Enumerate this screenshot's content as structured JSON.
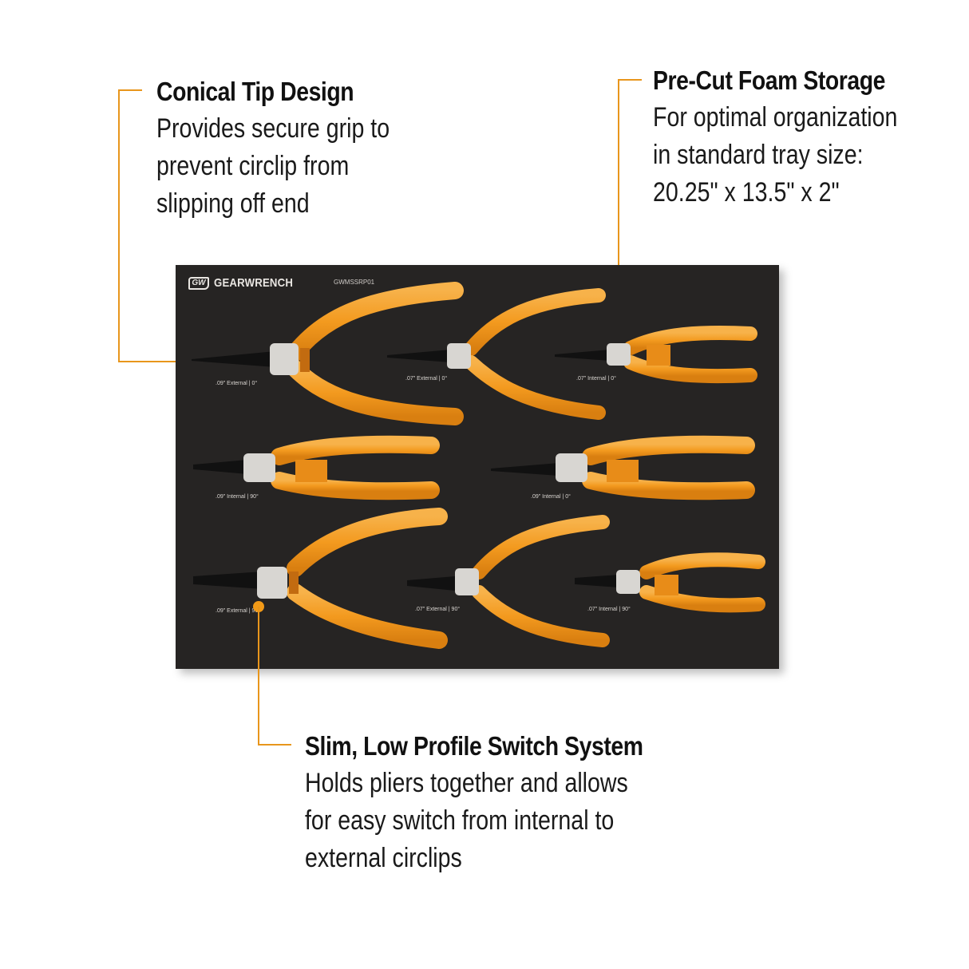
{
  "callouts": [
    {
      "id": "conical-tip",
      "title": "Conical Tip Design",
      "body": [
        "Provides secure grip to",
        "prevent circlip from",
        "slipping off end"
      ]
    },
    {
      "id": "foam-storage",
      "title": "Pre-Cut Foam Storage",
      "body": [
        "For optimal organization",
        "in standard tray size:",
        "20.25\" x 13.5\" x 2\""
      ]
    },
    {
      "id": "switch-system",
      "title": "Slim, Low Profile Switch System",
      "body": [
        "Holds pliers together and allows",
        "for easy switch from internal to",
        "external circlips"
      ]
    }
  ],
  "tray": {
    "brand": "GEARWRENCH",
    "logo": "GW",
    "sku": "GWMSSRP01",
    "pliers": [
      {
        "label": ".09\" External | 0°"
      },
      {
        "label": ".07\" External | 0°"
      },
      {
        "label": ".07\" Internal | 0°"
      },
      {
        "label": ".09\" Internal | 90°"
      },
      {
        "label": ".09\" Internal | 0°"
      },
      {
        "label": ".09\" External | 90°"
      },
      {
        "label": ".07\" External | 90°"
      },
      {
        "label": ".07\" Internal | 90°"
      }
    ]
  },
  "colors": {
    "accent": "#e8961c",
    "handle": "#f4a330",
    "foam": "#262423",
    "text": "#111111"
  }
}
